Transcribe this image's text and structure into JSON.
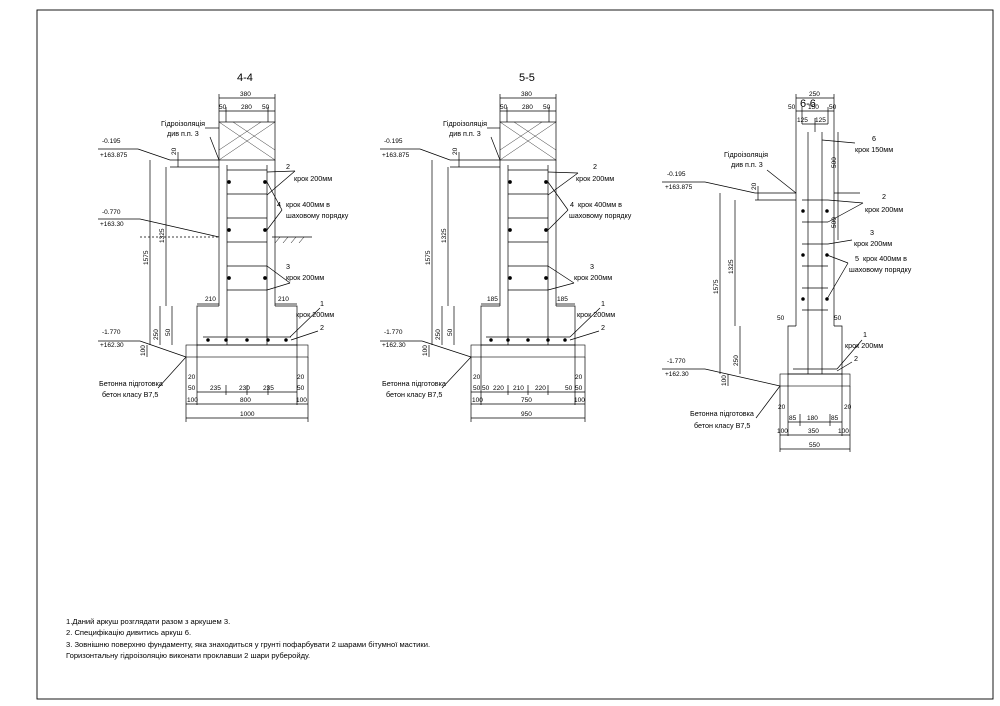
{
  "sections": [
    {
      "id": "4-4",
      "title": "4-4",
      "top_dims": [
        "380",
        "50",
        "280",
        "50"
      ],
      "waterproofing": [
        "Гідроізоляція",
        "див п.п. 3"
      ],
      "left_levels": [
        {
          "a": "-0.195",
          "b": "+163.875"
        },
        {
          "a": "-0.770",
          "b": "+163.30"
        },
        {
          "a": "-1.770",
          "b": "+162.30"
        }
      ],
      "vertical_dims": [
        "20",
        "1325",
        "1575",
        "250",
        "50",
        "100"
      ],
      "callouts": [
        {
          "num": "2",
          "text": "крок 200мм"
        },
        {
          "num": "4",
          "text": "крок 400мм в",
          "text2": "шаховому порядку"
        },
        {
          "num": "3",
          "text": "крок 200мм"
        },
        {
          "num": "1",
          "text": "крок 200мм"
        },
        {
          "num": "2",
          "text": ""
        }
      ],
      "ledge_dims": [
        "210",
        "210"
      ],
      "base_label": [
        "Бетонна підготовка",
        "бетон класу В7,5"
      ],
      "small_dims": [
        "20",
        "50",
        "20",
        "50"
      ],
      "bottom_row": [
        "235",
        "230",
        "235"
      ],
      "bottom_total_row": [
        "100",
        "800",
        "100"
      ],
      "overall": "1000"
    },
    {
      "id": "5-5",
      "title": "5-5",
      "top_dims": [
        "380",
        "50",
        "280",
        "50"
      ],
      "waterproofing": [
        "Гідроізоляція",
        "див п.п. 3"
      ],
      "left_levels": [
        {
          "a": "-0.195",
          "b": "+163.875"
        },
        {
          "a": "-1.770",
          "b": "+162.30"
        }
      ],
      "vertical_dims": [
        "20",
        "1325",
        "1575",
        "250",
        "50",
        "100"
      ],
      "callouts": [
        {
          "num": "2",
          "text": "крок 200мм"
        },
        {
          "num": "4",
          "text": "крок 400мм в",
          "text2": "шаховому порядку"
        },
        {
          "num": "3",
          "text": "крок 200мм"
        },
        {
          "num": "1",
          "text": "крок 200мм"
        },
        {
          "num": "2",
          "text": ""
        }
      ],
      "ledge_dims": [
        "185",
        "185"
      ],
      "base_label": [
        "Бетонна підготовка",
        "бетон класу В7,5"
      ],
      "small_dims": [
        "20",
        "50",
        "20",
        "50"
      ],
      "bottom_row": [
        "50",
        "220",
        "210",
        "220",
        "50"
      ],
      "bottom_total_row": [
        "100",
        "750",
        "100"
      ],
      "overall": "950"
    },
    {
      "id": "6-6",
      "title": "6-6",
      "top_dims": [
        "250",
        "50",
        "150",
        "50"
      ],
      "sub_dims": [
        "125",
        "125"
      ],
      "waterproofing": [
        "Гідроізоляція",
        "див п.п. 3"
      ],
      "left_levels": [
        {
          "a": "-0.195",
          "b": "+163.875"
        },
        {
          "a": "-1.770",
          "b": "+162.30"
        }
      ],
      "vertical_dims": [
        "20",
        "500",
        "500",
        "1325",
        "1575",
        "250",
        "100"
      ],
      "callouts": [
        {
          "num": "6",
          "text": "крок 150мм"
        },
        {
          "num": "2",
          "text": "крок 200мм"
        },
        {
          "num": "3",
          "text": "крок 200мм"
        },
        {
          "num": "5",
          "text": "крок 400мм в",
          "text2": "шаховому порядку"
        },
        {
          "num": "1",
          "text": "крок 200мм"
        },
        {
          "num": "2",
          "text": ""
        }
      ],
      "ledge_dims": [
        "50",
        "50"
      ],
      "base_label": [
        "Бетонна підготовка",
        "бетон класу В7,5"
      ],
      "small_dims": [
        "20",
        "20"
      ],
      "bottom_row": [
        "85",
        "180",
        "85"
      ],
      "bottom_total_row": [
        "100",
        "350",
        "100"
      ],
      "overall": "550"
    }
  ],
  "notes": [
    "1.Даний аркуш розглядати разом з аркушем 3.",
    "2. Специфікацію дивитись аркуш 6.",
    "3. Зовнішню поверхню фундаменту, яка знаходиться у грунті пофарбувати  2 шарами бітумної мастики.",
    "Горизонтальну гідроізоляцію виконати проклавши 2 шари руберойду."
  ]
}
